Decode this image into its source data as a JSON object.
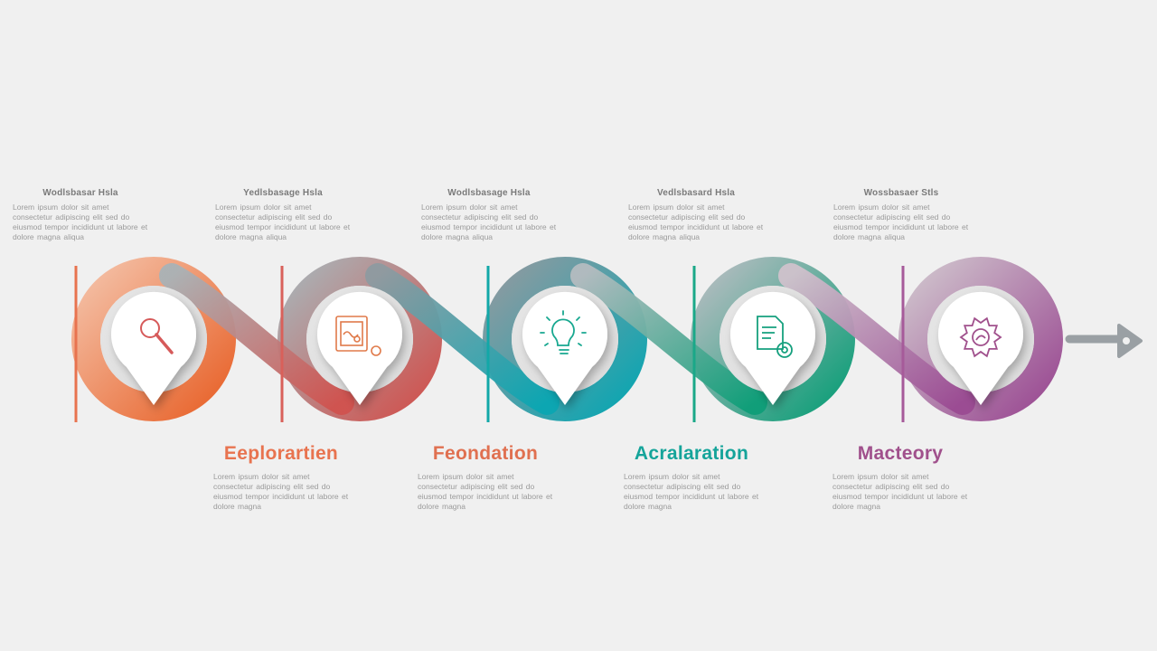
{
  "colors": {
    "background": "#f0f0f0",
    "arrow": "#9aa0a4",
    "steps": [
      "#e8734f",
      "#d9605a",
      "#12a8a8",
      "#1aa888",
      "#a65a9a"
    ],
    "exploration": "#e8734f",
    "foundation": "#e07050",
    "acceleration": "#15a49a",
    "mastery": "#a0508c"
  },
  "top_labels": [
    {
      "title": "Wodlsbasar Hsla",
      "body": "Lorem ipsum dolor sit amet consectetur adipiscing elit sed do eiusmod tempor incididunt ut labore et dolore magna aliqua"
    },
    {
      "title": "Yedlsbasage Hsla",
      "body": "Lorem ipsum dolor sit amet consectetur adipiscing elit sed do eiusmod tempor incididunt ut labore et dolore magna aliqua"
    },
    {
      "title": "Wodlsbasage Hsla",
      "body": "Lorem ipsum dolor sit amet consectetur adipiscing elit sed do eiusmod tempor incididunt ut labore et dolore magna aliqua"
    },
    {
      "title": "Vedlsbasard Hsla",
      "body": "Lorem ipsum dolor sit amet consectetur adipiscing elit sed do eiusmod tempor incididunt ut labore et dolore magna aliqua"
    },
    {
      "title": "Wossbasaer Stls",
      "body": "Lorem ipsum dolor sit amet consectetur adipiscing elit sed do eiusmod tempor incididunt ut labore et dolore magna aliqua"
    }
  ],
  "bottom_labels": [
    {
      "title": "Eeplorartien",
      "body": "Lorem ipsum dolor sit amet consectetur adipiscing elit sed do eiusmod tempor incididunt ut labore et dolore magna"
    },
    {
      "title": "Feondation",
      "body": "Lorem ipsum dolor sit amet consectetur adipiscing elit sed do eiusmod tempor incididunt ut labore et dolore magna"
    },
    {
      "title": "Acralaration",
      "body": "Lorem ipsum dolor sit amet consectetur adipiscing elit sed do eiusmod tempor incididunt ut labore et dolore magna"
    },
    {
      "title": "Macteory",
      "body": "Lorem ipsum dolor sit amet consectetur adipiscing elit sed do eiusmod tempor incididunt ut labore et dolore magna"
    }
  ],
  "icons": [
    "magnifier-icon",
    "blueprint-icon",
    "lightbulb-icon",
    "document-gear-icon",
    "gear-icon"
  ]
}
